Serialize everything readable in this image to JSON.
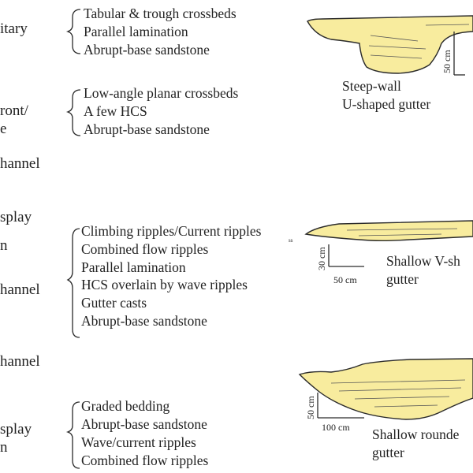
{
  "environments": [
    {
      "id": "e1",
      "text": "itary"
    },
    {
      "id": "e2",
      "text": "ront/"
    },
    {
      "id": "e3",
      "text": "e"
    },
    {
      "id": "e4",
      "text": "hannel"
    },
    {
      "id": "e5",
      "text": "splay"
    },
    {
      "id": "e6",
      "text": "n"
    },
    {
      "id": "e7",
      "text": "hannel"
    },
    {
      "id": "e8",
      "text": "hannel"
    },
    {
      "id": "e9",
      "text": "splay"
    },
    {
      "id": "e10",
      "text": "n"
    }
  ],
  "groups": [
    {
      "features": [
        "Tabular & trough crossbeds",
        "Parallel lamination",
        "Abrupt-base sandstone"
      ]
    },
    {
      "features": [
        "Low-angle planar crossbeds",
        "A few HCS",
        "Abrupt-base sandstone"
      ]
    },
    {
      "features": [
        "Climbing ripples/Current ripples",
        "Combined flow ripples",
        "Parallel lamination",
        "HCS overlain by wave ripples",
        "Gutter casts",
        "Abrupt-base sandstone"
      ],
      "marker": "ss"
    },
    {
      "features": [
        "Graded bedding",
        "Abrupt-base sandstone",
        "Wave/current ripples",
        "Combined flow ripples"
      ]
    }
  ],
  "gutters": [
    {
      "caption_line1": "Steep-wall",
      "caption_line2": "U-shaped gutter",
      "scale_vertical": "50 cm",
      "scale_horizontal": ""
    },
    {
      "caption_line1": "Shallow V-sh",
      "caption_line2": "gutter",
      "scale_vertical": "30 cm",
      "scale_horizontal": "50 cm"
    },
    {
      "caption_line1": "Shallow rounde",
      "caption_line2": "gutter",
      "scale_vertical": "50 cm",
      "scale_horizontal": "100 cm"
    }
  ],
  "colors": {
    "sand_fill": "#f8ec9e",
    "outline": "#2a2a2a",
    "text": "#222222"
  }
}
